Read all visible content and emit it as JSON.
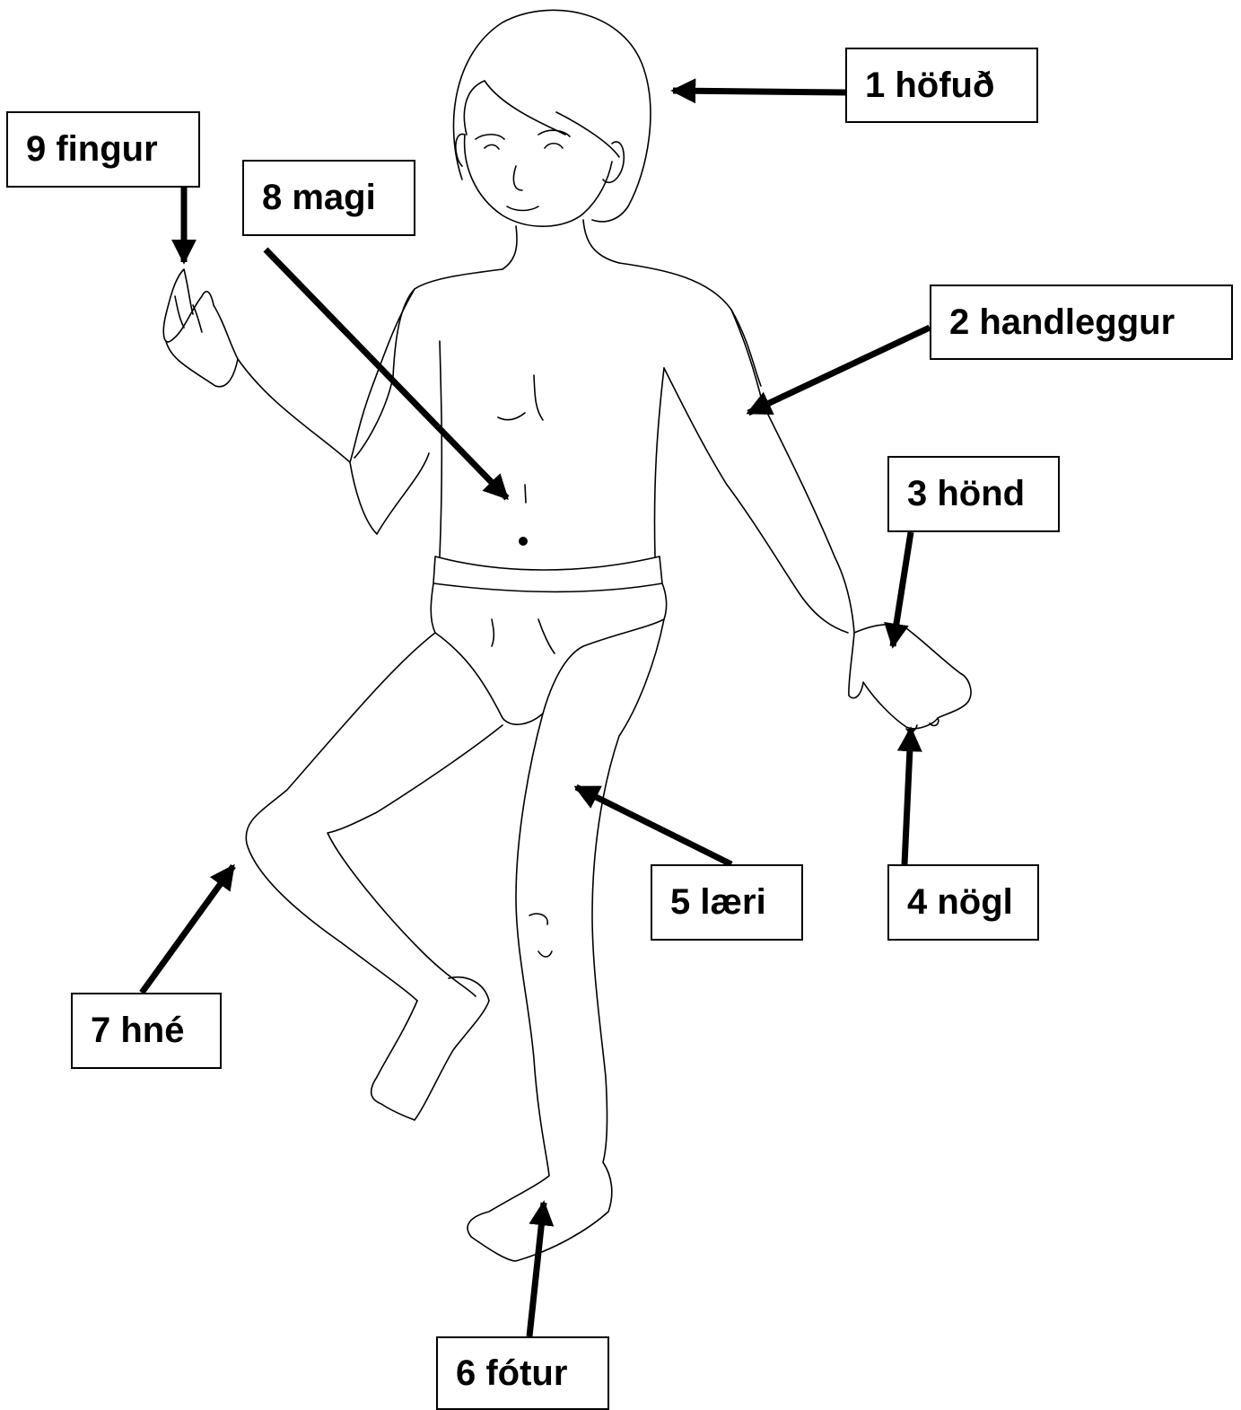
{
  "labels": [
    {
      "id": "lbl-1",
      "text": "1 höfuð"
    },
    {
      "id": "lbl-2",
      "text": "2 handleggur"
    },
    {
      "id": "lbl-3",
      "text": "3 hönd"
    },
    {
      "id": "lbl-4",
      "text": "4 nögl"
    },
    {
      "id": "lbl-5",
      "text": "5 læri"
    },
    {
      "id": "lbl-6",
      "text": "6 fótur"
    },
    {
      "id": "lbl-7",
      "text": "7 hné"
    },
    {
      "id": "lbl-8",
      "text": "8 magi"
    },
    {
      "id": "lbl-9",
      "text": "9 fingur"
    }
  ],
  "colors": {
    "line": "#000000",
    "background": "#ffffff"
  }
}
